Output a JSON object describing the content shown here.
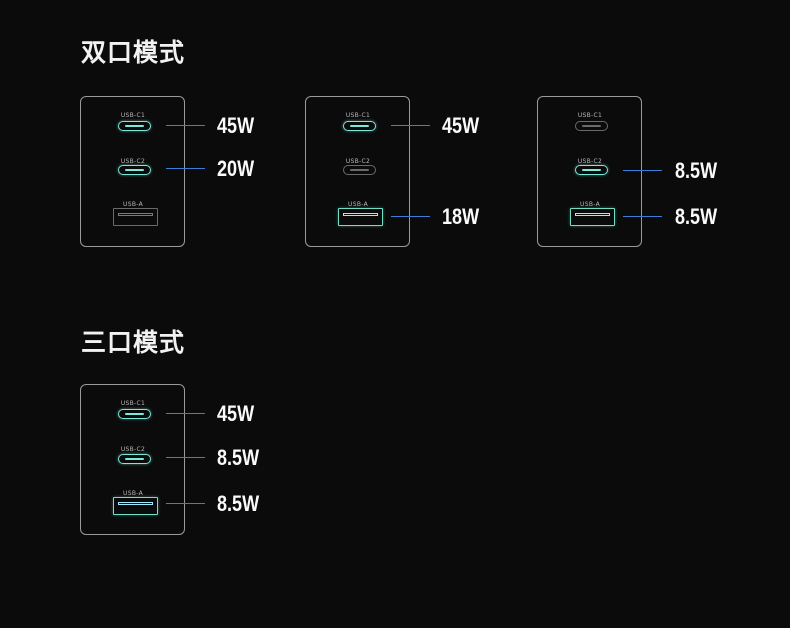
{
  "sections": {
    "dual": {
      "title": "双口模式"
    },
    "triple": {
      "title": "三口模式"
    }
  },
  "port_labels": {
    "c1": "USB-C1",
    "c2": "USB-C2",
    "a": "USB-A"
  },
  "configs": [
    {
      "c1": "45W",
      "c2": "20W",
      "a": "",
      "active": [
        true,
        true,
        false
      ]
    },
    {
      "c1": "45W",
      "c2": "",
      "a": "18W",
      "active": [
        true,
        false,
        true
      ]
    },
    {
      "c1": "",
      "c2": "8.5W",
      "a": "8.5W",
      "active": [
        false,
        true,
        true
      ]
    },
    {
      "c1": "45W",
      "c2": "8.5W",
      "a": "8.5W",
      "active": [
        true,
        true,
        true
      ]
    }
  ],
  "colors": {
    "background": "#0b0b0b",
    "active_port": "#7ce8da",
    "inactive_port": "#6a6a6a",
    "leader_line": "#3d7fd8"
  }
}
